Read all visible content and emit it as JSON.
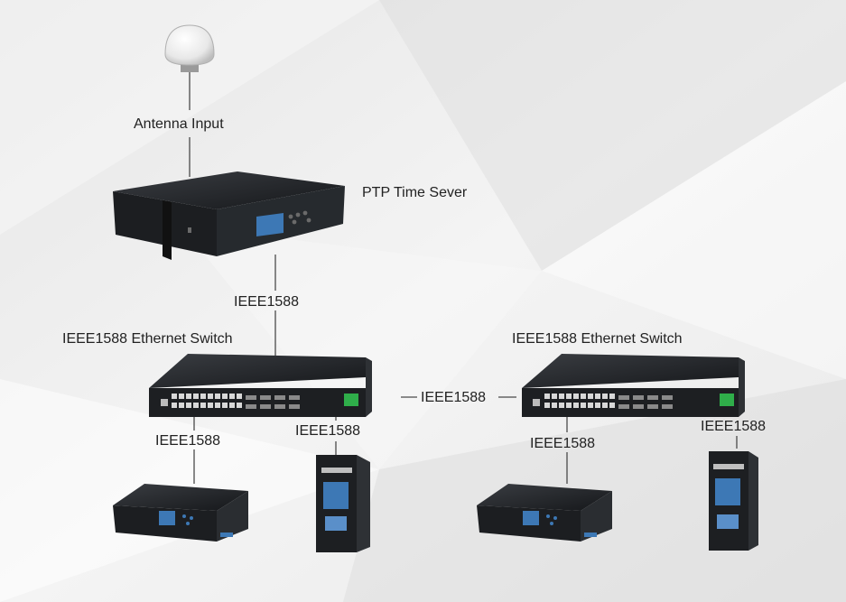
{
  "labels": {
    "antenna_input": "Antenna Input",
    "ptp_time_server": "PTP Time Sever",
    "ieee1588_main": "IEEE1588",
    "switch_left_title": "IEEE1588 Ethernet Switch",
    "switch_right_title": "IEEE1588 Ethernet Switch",
    "ieee1588_link": "IEEE1588",
    "ieee1588_left_a": "IEEE1588",
    "ieee1588_left_b": "IEEE1588",
    "ieee1588_right_a": "IEEE1588",
    "ieee1588_right_b": "IEEE1588"
  },
  "colors": {
    "line": "#4a4a4a",
    "device_dark": "#1d1f22",
    "device_mid": "#2e3135",
    "lcd": "#3d78b5",
    "terminal_green": "#2fae4a",
    "port": "#d8d8d8"
  }
}
